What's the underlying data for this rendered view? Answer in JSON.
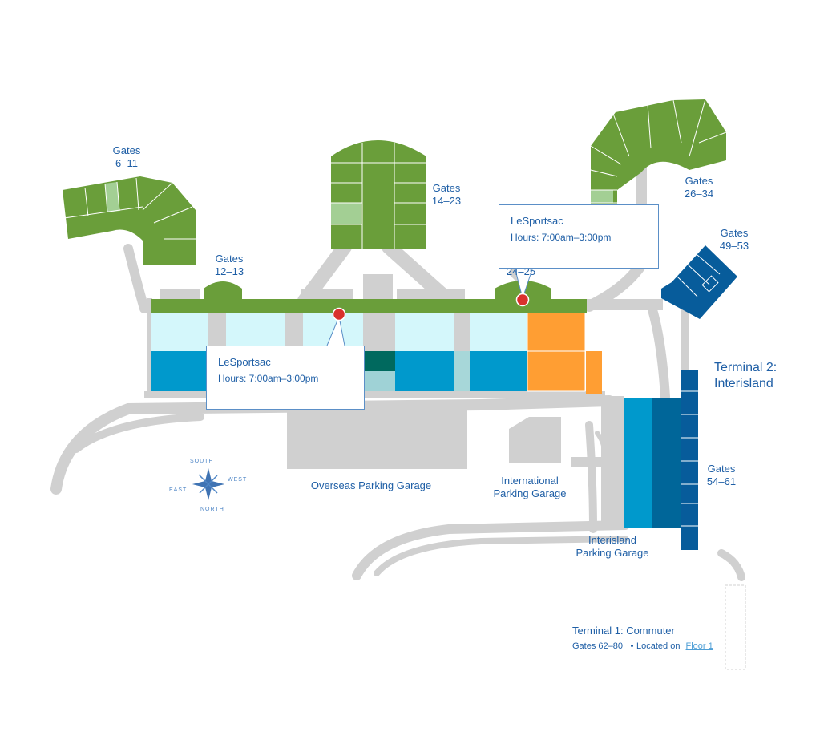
{
  "labels": {
    "gates_6_11": {
      "line1": "Gates",
      "line2": "6–11"
    },
    "gates_12_13": {
      "line1": "Gates",
      "line2": "12–13"
    },
    "gates_14_23": {
      "line1": "Gates",
      "line2": "14–23"
    },
    "gates_26_34": {
      "line1": "Gates",
      "line2": "26–34"
    },
    "gates_49_53": {
      "line1": "Gates",
      "line2": "49–53"
    },
    "gates_54_61": {
      "line1": "Gates",
      "line2": "54–61"
    },
    "gates_24_25": "24–25",
    "terminal2": {
      "line1": "Terminal 2:",
      "line2": "Interisland"
    },
    "overseas_garage": "Overseas Parking Garage",
    "international_garage": {
      "line1": "International",
      "line2": "Parking Garage"
    },
    "interisland_garage": {
      "line1": "Interisland",
      "line2": "Parking Garage"
    }
  },
  "compass": {
    "south": "SOUTH",
    "west": "WEST",
    "east": "EAST",
    "north": "NORTH"
  },
  "popups": [
    {
      "name": "LeSportsac",
      "hours": "Hours: 7:00am–3:00pm"
    },
    {
      "name": "LeSportsac",
      "hours": "Hours: 7:00am–3:00pm"
    }
  ],
  "legend": {
    "title": "Terminal 1: Commuter",
    "gates": "Gates 62–80",
    "located_on": "Located on",
    "floor_link": "Floor 1"
  },
  "colors": {
    "concourse_green": "#6a9e3a",
    "light_green": "#a3cf94",
    "pale_cyan": "#d4f7fb",
    "mid_blue": "#0099cc",
    "dark_teal": "#00695e",
    "dark_blue": "#006699",
    "interisland_blue": "#075c9b",
    "orange": "#ff9e33",
    "road_gray": "#d0d0d0",
    "pin_red": "#d9312d",
    "text_blue": "#1f5fa6"
  }
}
